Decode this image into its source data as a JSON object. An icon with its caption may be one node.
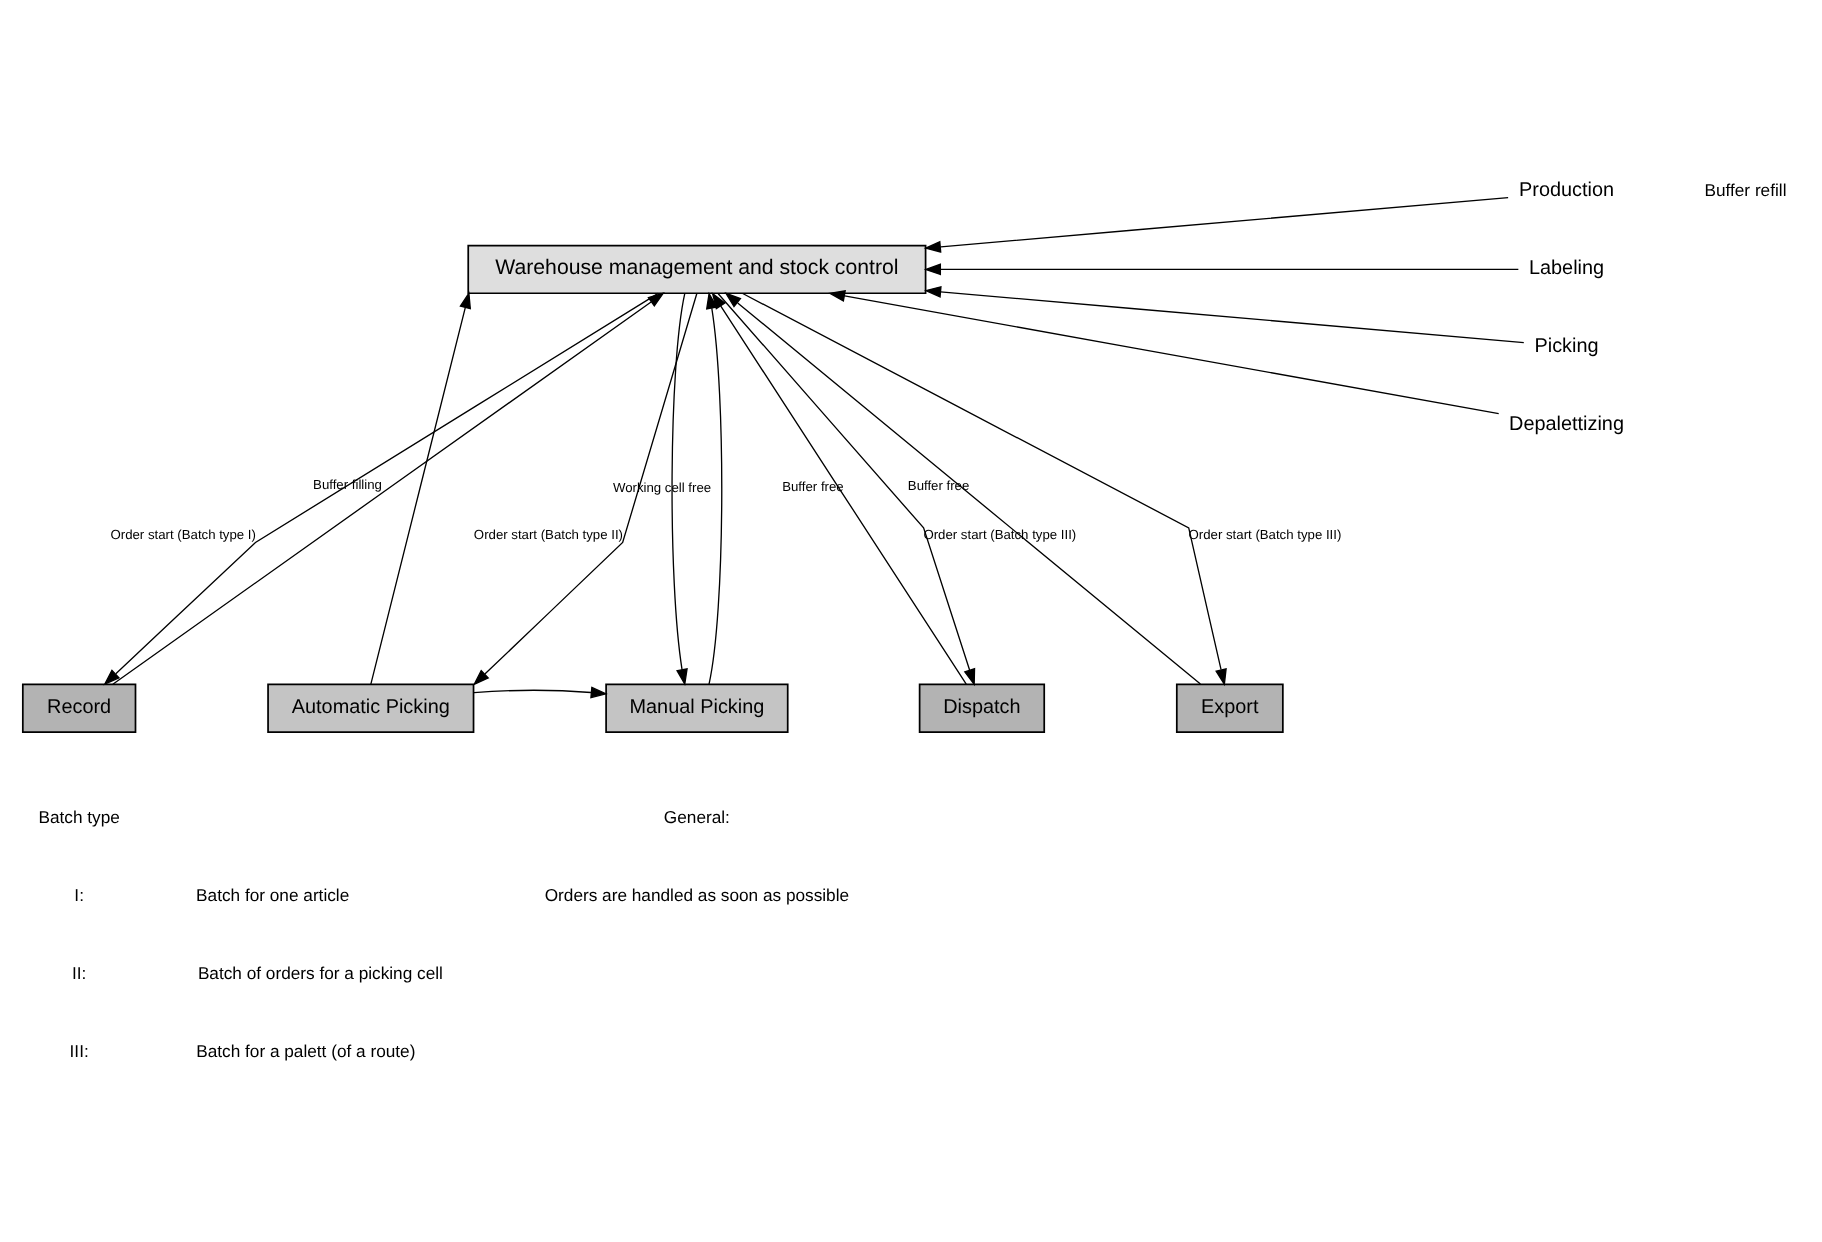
{
  "diagram": {
    "nodes": [
      {
        "text": [
          "Warehouse management and stock control"
        ]
      },
      {
        "text": [
          "Production"
        ]
      },
      {
        "text": [
          "Labeling"
        ]
      },
      {
        "text": [
          "Picking"
        ]
      },
      {
        "text": [
          "Depalettizing"
        ]
      },
      {
        "text": [
          "Record"
        ]
      },
      {
        "text": [
          "Automatic Picking"
        ]
      },
      {
        "text": [
          "Manual Picking"
        ]
      },
      {
        "text": [
          "Dispatch"
        ]
      },
      {
        "text": [
          "Export"
        ]
      }
    ],
    "edges": [
      {
        "from": 1,
        "to": 0,
        "arrow": "to"
      },
      {
        "from": 2,
        "to": 0,
        "arrow": "to"
      },
      {
        "from": 3,
        "to": 0,
        "arrow": "to"
      },
      {
        "from": 4,
        "to": 0,
        "arrow": "to"
      },
      {
        "from": 0,
        "to": 5,
        "arrow": "to",
        "label": "Order start (Batch type I)"
      },
      {
        "from": 5,
        "to": 0,
        "arrow": "to",
        "label": "Buffer filling"
      },
      {
        "from": 6,
        "to": 0,
        "arrow": "to"
      },
      {
        "from": 0,
        "to": 6,
        "arrow": "to",
        "label": "Order start (Batch type II)"
      },
      {
        "from": 0,
        "to": 7,
        "arrow": "to"
      },
      {
        "from": 7,
        "to": 0,
        "arrow": "to",
        "label": "Working cell free"
      },
      {
        "from": 0,
        "to": 8,
        "arrow": "to",
        "label": "Order start (Batch type III)"
      },
      {
        "from": 8,
        "to": 0,
        "arrow": "to",
        "label": "Buffer free"
      },
      {
        "from": 0,
        "to": 9,
        "arrow": "to",
        "label": "Order start (Batch type III)"
      },
      {
        "from": 9,
        "to": 0,
        "arrow": "to",
        "label": "Buffer free"
      },
      {
        "from": 6,
        "to": 7,
        "arrow": "to"
      }
    ],
    "labels": [
      "Buffer refill",
      "Batch type",
      "I:",
      "Batch for one article",
      "II:",
      "Batch of orders for a picking cell",
      "III:",
      "Batch for a palett (of a route)",
      "General:",
      "Orders are handled as soon as possible"
    ]
  }
}
